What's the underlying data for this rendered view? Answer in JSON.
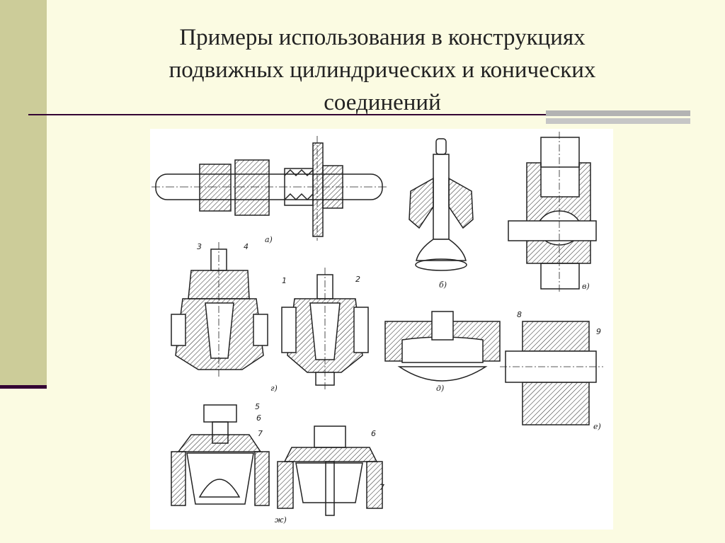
{
  "slide": {
    "title_line1": "Примеры использования в конструкциях",
    "title_line2": "подвижных цилиндрических и конических",
    "title_line3": "соединений"
  },
  "figure": {
    "sublabels": {
      "a": "а)",
      "b": "б)",
      "v": "в)",
      "g": "г)",
      "d": "д)",
      "e": "е)",
      "zh": "ж)"
    },
    "part_numbers": {
      "n1": "1",
      "n2": "2",
      "n3": "3",
      "n4": "4",
      "n5": "5",
      "n6a": "6",
      "n6b": "6",
      "n7a": "7",
      "n7b": "7",
      "n8": "8",
      "n9": "9"
    }
  },
  "colors": {
    "background": "#fbfbe2",
    "sidebar": "#cccc99",
    "rule": "#330033",
    "accent": "#b3b3b3"
  }
}
